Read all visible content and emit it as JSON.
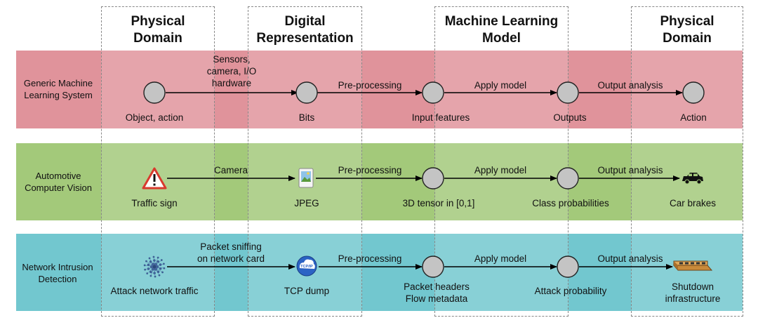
{
  "columns": [
    {
      "title_line1": "Physical",
      "title_line2": "Domain"
    },
    {
      "title_line1": "Digital",
      "title_line2": "Representation"
    },
    {
      "title_line1": "Machine Learning",
      "title_line2": "Model"
    },
    {
      "title_line1": "Physical",
      "title_line2": "Domain"
    }
  ],
  "rows": [
    {
      "label_line1": "Generic Machine",
      "label_line2": "Learning System",
      "color": "#e0939b",
      "nodes": [
        "Object, action",
        "Bits",
        "Input features",
        "Outputs",
        "Action"
      ],
      "edges": [
        {
          "line1": "Sensors,",
          "line2": "camera, I/O",
          "line3": "hardware"
        },
        {
          "line1": "Pre-processing"
        },
        {
          "line1": "Apply model"
        },
        {
          "line1": "Output analysis"
        }
      ]
    },
    {
      "label_line1": "Automotive",
      "label_line2": "Computer Vision",
      "color": "#a3c97a",
      "nodes": [
        "Traffic sign",
        "JPEG",
        "3D tensor in [0,1]",
        "Class probabilities",
        "Car brakes"
      ],
      "edges": [
        {
          "line1": "Camera"
        },
        {
          "line1": "Pre-processing"
        },
        {
          "line1": "Apply model"
        },
        {
          "line1": "Output analysis"
        }
      ]
    },
    {
      "label_line1": "Network Intrusion",
      "label_line2": "Detection",
      "color": "#72c7cf",
      "nodes": [
        "Attack network traffic",
        "TCP dump",
        "Packet headers",
        "Flow metadata",
        "Attack probability",
        "Shutdown",
        "infrastructure"
      ],
      "edges": [
        {
          "line1": "Packet sniffing",
          "line2": "on network card"
        },
        {
          "line1": "Pre-processing"
        },
        {
          "line1": "Apply model"
        },
        {
          "line1": "Output analysis"
        }
      ]
    }
  ],
  "icons": {
    "tcp_badge": "TCP/IP"
  },
  "colors": {
    "node_fill": "#c4c4c4",
    "arrow": "#000000",
    "warning_red": "#d83a2e"
  }
}
